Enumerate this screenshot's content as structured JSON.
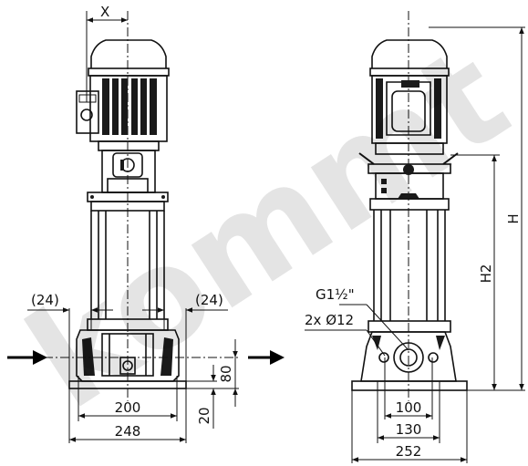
{
  "dimensions": {
    "x_label": "X",
    "h_label": "H",
    "h2_label": "H2",
    "offset_left": "(24)",
    "offset_right": "(24)",
    "width_200": "200",
    "width_248": "248",
    "height_80": "80",
    "height_20": "20",
    "port_size": "G1½\"",
    "bolt_holes": "2x Ø12",
    "base_100": "100",
    "base_130": "130",
    "base_252": "252"
  },
  "watermark": "kommt",
  "colors": {
    "line": "#111111",
    "fill_dark": "#1a1a1a",
    "background": "#ffffff"
  }
}
